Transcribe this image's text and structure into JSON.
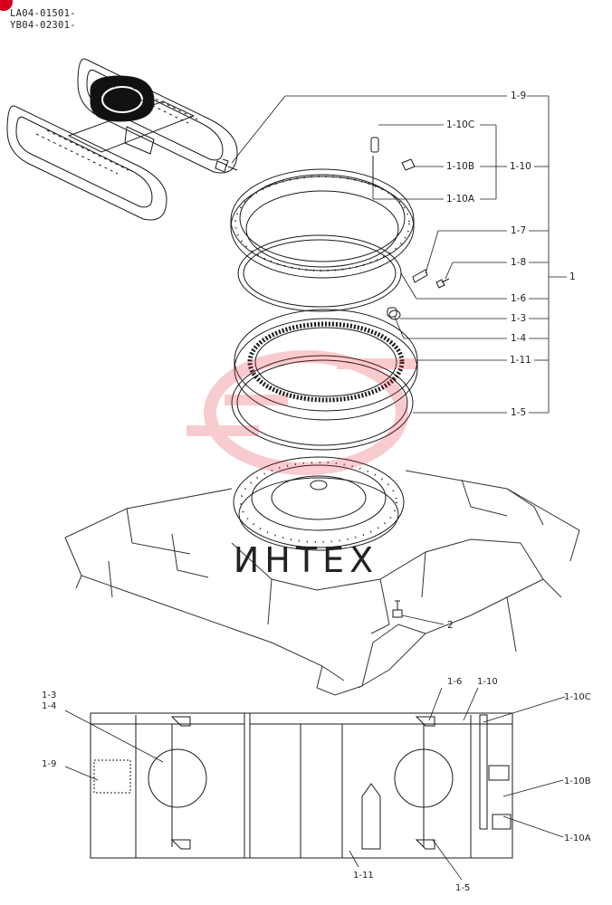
{
  "header": {
    "serial_line_1": "LA04-01501-",
    "serial_line_2": "YB04-02301-"
  },
  "watermark": {
    "text": "ИНТЕХ",
    "color": "#e0182a"
  },
  "callouts": {
    "c1_9": "1-9",
    "c1_10C": "1-10C",
    "c1_10B": "1-10B",
    "c1_10A": "1-10A",
    "c1_10": "1-10",
    "c1_7": "1-7",
    "c1_8": "1-8",
    "c1": "1",
    "c1_6": "1-6",
    "c1_3": "1-3",
    "c1_4": "1-4",
    "c1_11": "1-11",
    "c1_5": "1-5",
    "c2": "2"
  },
  "section_callouts": {
    "s1_3": "1-3",
    "s1_4": "1-4",
    "s1_9": "1-9",
    "s1_6": "1-6",
    "s1_10": "1-10",
    "s1_10C": "1-10C",
    "s1_10B": "1-10B",
    "s1_10A": "1-10A",
    "s1_11": "1-11",
    "s1_5": "1-5"
  }
}
